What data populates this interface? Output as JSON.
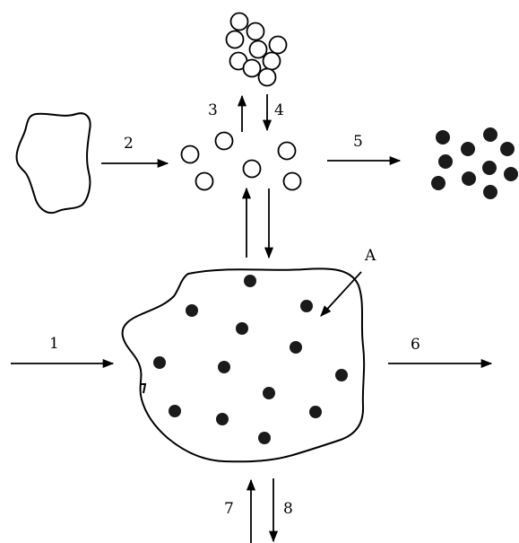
{
  "labels": {
    "arrow_1": "1",
    "arrow_2": "2",
    "arrow_3": "3",
    "arrow_4": "4",
    "arrow_5": "5",
    "arrow_6": "6",
    "arrow_7": "7",
    "arrow_8": "8",
    "pointer_A": "A"
  },
  "colors": {
    "ink": "#000000",
    "filled_particle": "#1a1a1a",
    "open_particle_fill": "#ffffff",
    "background": "#ffffff"
  }
}
